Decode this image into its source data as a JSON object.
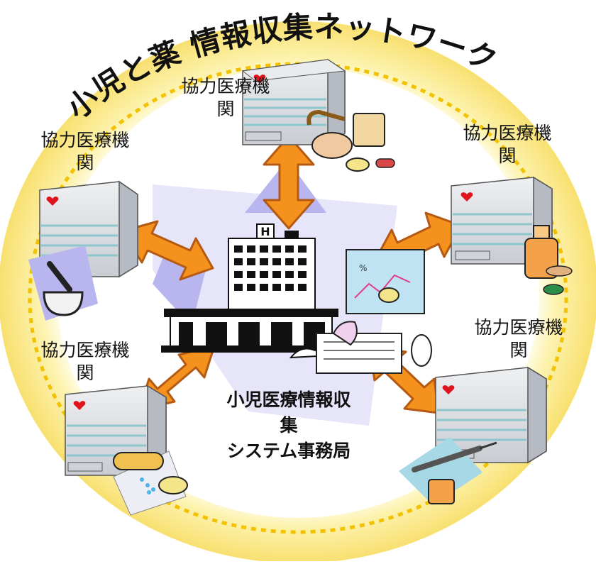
{
  "title": "小児と薬 情報収集ネットワーク",
  "title_chars": [
    "小",
    "児",
    "と",
    "薬",
    " ",
    "情",
    "報",
    "収",
    "集",
    "ネ",
    "ッ",
    "ト",
    "ワ",
    "ー",
    "ク"
  ],
  "center_label": {
    "line1": "小児医療情報収",
    "line2": "集",
    "line3": "システム事務局"
  },
  "partners": [
    {
      "line1": "協力医療機",
      "line2": "関"
    },
    {
      "line1": "協力医療機",
      "line2": "関"
    },
    {
      "line1": "協力医療機",
      "line2": "関"
    },
    {
      "line1": "協力医療機",
      "line2": "関"
    },
    {
      "line1": "協力医療機",
      "line2": "関"
    }
  ],
  "colors": {
    "ring_outer": "#fdf3b0",
    "ring_inner": "#f5d430",
    "ring_dots": "#f2c200",
    "arrow_fill": "#f5921e",
    "arrow_stroke": "#b55a12",
    "building": "#d8dbe0",
    "building_stripe": "#9fd0d6",
    "heart": "#e0141c",
    "lavender": "#b9b6ef"
  }
}
